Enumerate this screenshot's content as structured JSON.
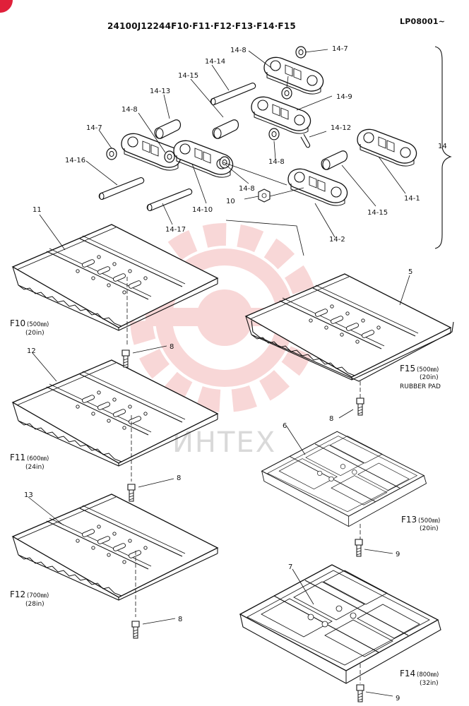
{
  "header": {
    "title": "24100J12244F10·F11·F12·F13·F14·F15",
    "code": "LP08001~"
  },
  "watermark": {
    "text": "ИНТЕХ",
    "color": "#f3b7b7"
  },
  "corner_mark": {
    "color": "#e0203a"
  },
  "callouts": {
    "c14_7a": "14-7",
    "c14_8a": "14-8",
    "c14_14": "14-14",
    "c14_15a": "14-15",
    "c14_13": "14-13",
    "c14_9": "14-9",
    "c14_8b": "14-8",
    "c14_7b": "14-7",
    "c14_12": "14-12",
    "c14_16": "14-16",
    "c14_8c": "14-8",
    "c14": "14",
    "c14_8d": "14-8",
    "c10": "10",
    "c14_10": "14-10",
    "c14_15b": "14-15",
    "c14_1": "14-1",
    "c14_17": "14-17",
    "c14_2": "14-2",
    "c11": "11",
    "c5": "5",
    "c12": "12",
    "c6": "6",
    "c13": "13",
    "c7": "7",
    "c8a": "8",
    "c8b": "8",
    "c8c": "8",
    "c8d": "8",
    "c9a": "9",
    "c9b": "9"
  },
  "shoes": {
    "f10": {
      "model": "F10",
      "mm": "(500㎜)",
      "inch": "(20in)"
    },
    "f11": {
      "model": "F11",
      "mm": "(600㎜)",
      "inch": "(24in)"
    },
    "f12": {
      "model": "F12",
      "mm": "(700㎜)",
      "inch": "(28in)"
    },
    "f13": {
      "model": "F13",
      "mm": "(500㎜)",
      "inch": "(20in)"
    },
    "f14": {
      "model": "F14",
      "mm": "(800㎜)",
      "inch": "(32in)"
    },
    "f15": {
      "model": "F15",
      "mm": "(500㎜)",
      "inch": "(20in)",
      "note": "RUBBER PAD"
    }
  }
}
